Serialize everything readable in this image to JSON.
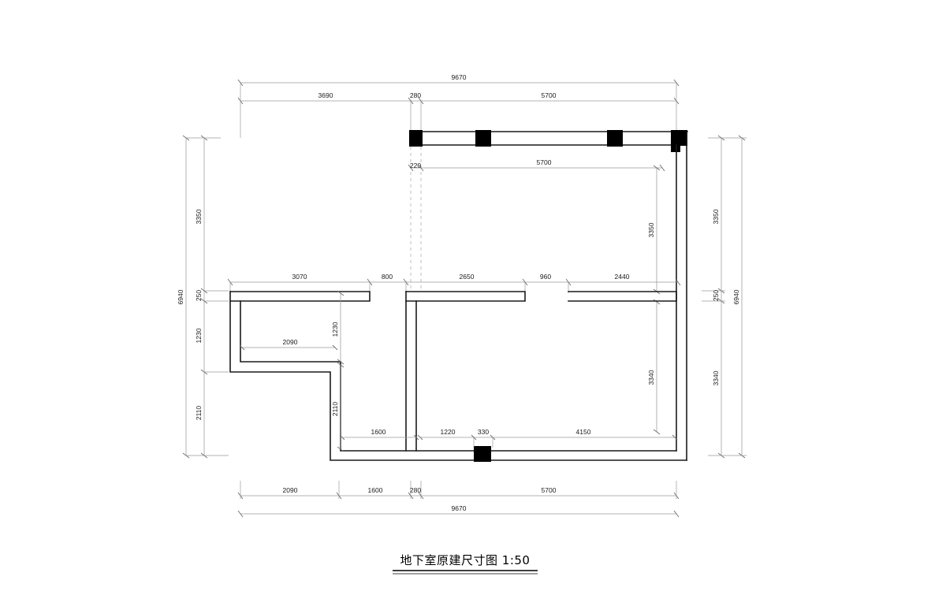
{
  "drawing": {
    "title": "地下室原建尺寸图",
    "scale": "1:50",
    "title_full": "地下室原建尺寸图  1:50",
    "colors": {
      "wall": "#1a1a1a",
      "column": "#000000",
      "dimension": "#9a9a9a",
      "background": "#ffffff"
    }
  },
  "dimensions": {
    "top_outer": {
      "label": "9670",
      "value": 9670
    },
    "top_chain": [
      {
        "label": "3690",
        "value": 3690
      },
      {
        "label": "280",
        "value": 280
      },
      {
        "label": "5700",
        "value": 5700
      }
    ],
    "upper_interior": [
      {
        "label": "220",
        "value": 220
      },
      {
        "label": "5700",
        "value": 5700
      }
    ],
    "middle_chain": [
      {
        "label": "3070",
        "value": 3070
      },
      {
        "label": "800",
        "value": 800
      },
      {
        "label": "2650",
        "value": 2650
      },
      {
        "label": "960",
        "value": 960
      },
      {
        "label": "2440",
        "value": 2440
      }
    ],
    "interior_bottom_chain": [
      {
        "label": "1600",
        "value": 1600
      },
      {
        "label": "1220",
        "value": 1220
      },
      {
        "label": "330",
        "value": 330
      },
      {
        "label": "4150",
        "value": 4150
      }
    ],
    "bottom_chain": [
      {
        "label": "2090",
        "value": 2090
      },
      {
        "label": "1600",
        "value": 1600
      },
      {
        "label": "280",
        "value": 280
      },
      {
        "label": "5700",
        "value": 5700
      }
    ],
    "bottom_outer": {
      "label": "9670",
      "value": 9670
    },
    "left_outer": {
      "label": "6940",
      "value": 6940
    },
    "left_chain": [
      {
        "label": "3350",
        "value": 3350
      },
      {
        "label": "250",
        "value": 250
      },
      {
        "label": "1230",
        "value": 1230
      },
      {
        "label": "2110",
        "value": 2110
      }
    ],
    "right_outer": {
      "label": "6940",
      "value": 6940
    },
    "right_chain": [
      {
        "label": "3350",
        "value": 3350
      },
      {
        "label": "250",
        "value": 250
      },
      {
        "label": "3340",
        "value": 3340
      }
    ],
    "interior_right": [
      {
        "label": "3350",
        "value": 3350
      },
      {
        "label": "3340",
        "value": 3340
      }
    ],
    "interior_left": [
      {
        "label": "1230",
        "value": 1230
      },
      {
        "label": "2110",
        "value": 2110
      },
      {
        "label": "2090",
        "value": 2090
      }
    ]
  },
  "plan_elements": {
    "columns_top": [
      "column-top-1",
      "column-top-2",
      "column-top-3",
      "column-top-corner"
    ],
    "column_bottom": "column-bottom-1",
    "wall_note": "exterior walls shown as double lines, structural columns filled black"
  }
}
